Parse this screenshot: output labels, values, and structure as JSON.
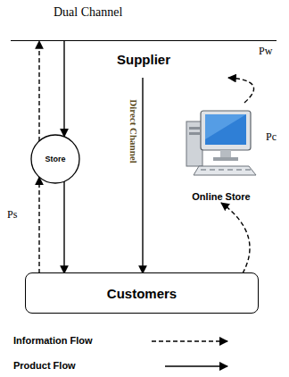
{
  "diagram": {
    "title": "Dual Channel",
    "nodes": [
      {
        "text": [
          "Supplier"
        ]
      },
      {
        "text": [
          "Store"
        ]
      },
      {
        "text": [
          "Online Store"
        ]
      },
      {
        "text": [
          "Customers"
        ]
      }
    ],
    "edges": [
      {
        "from": 0,
        "to": 1,
        "arrow": "to"
      },
      {
        "from": 1,
        "to": 3,
        "arrow": "to"
      },
      {
        "from": 3,
        "to": 1,
        "arrow": "to"
      },
      {
        "from": 1,
        "to": 0,
        "arrow": "to"
      },
      {
        "from": 0,
        "to": 3,
        "label": "Direct Channel",
        "arrow": "to"
      },
      {
        "from": 3,
        "to": 2,
        "arrow": "to"
      },
      {
        "from": 2,
        "to": 0,
        "arrow": "to"
      }
    ],
    "labels": [
      "Pw",
      "Ps",
      "Pc"
    ],
    "legend": [
      {
        "text": "Information Flow"
      },
      {
        "text": "Product Flow"
      }
    ]
  }
}
